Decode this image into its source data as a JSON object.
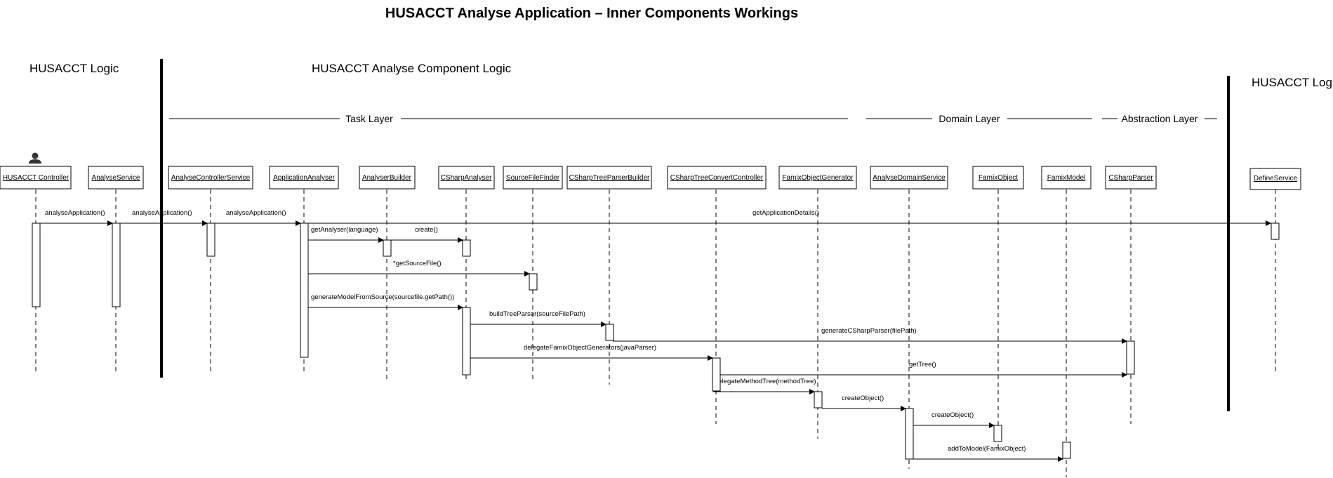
{
  "title": "HUSACCT Analyse Application – Inner Components Workings",
  "sections": [
    {
      "id": "left",
      "label": "HUSACCT Logic"
    },
    {
      "id": "middle",
      "label": "HUSACCT Analyse Component Logic"
    },
    {
      "id": "right",
      "label": "HUSACCT Logic"
    }
  ],
  "layers": [
    {
      "id": "task",
      "label": "Task Layer"
    },
    {
      "id": "domain",
      "label": "Domain Layer"
    },
    {
      "id": "abstraction",
      "label": "Abstraction Layer"
    }
  ],
  "actor_icon": "person-icon",
  "lifelines": [
    {
      "id": "husacct-controller",
      "label": "HUSACCT Controller",
      "actor": true
    },
    {
      "id": "analyse-service",
      "label": "AnalyseService"
    },
    {
      "id": "analyse-controller-service",
      "label": "AnalyseControllerService"
    },
    {
      "id": "application-analyser",
      "label": "ApplicationAnalyser"
    },
    {
      "id": "analyser-builder",
      "label": "AnalyserBuilder"
    },
    {
      "id": "csharp-analyser",
      "label": "CSharpAnalyser"
    },
    {
      "id": "source-file-finder",
      "label": "SourceFileFinder"
    },
    {
      "id": "csharp-tree-parser-builder",
      "label": "CSharpTreeParserBuilder"
    },
    {
      "id": "csharp-tree-convert-controller",
      "label": "CSharpTreeConvertController"
    },
    {
      "id": "famix-object-generator",
      "label": "FamixObjectGenerator"
    },
    {
      "id": "analyse-domain-service",
      "label": "AnalyseDomainService"
    },
    {
      "id": "famix-object",
      "label": "FamixObject"
    },
    {
      "id": "famix-model",
      "label": "FamixModel"
    },
    {
      "id": "csharp-parser",
      "label": "CSharpParser"
    },
    {
      "id": "define-service",
      "label": "DefineService"
    }
  ],
  "messages": [
    {
      "from": 0,
      "to": 1,
      "label": "analyseApplication()"
    },
    {
      "from": 1,
      "to": 2,
      "label": "analyseApplication()"
    },
    {
      "from": 2,
      "to": 3,
      "label": "analyseApplication()"
    },
    {
      "from": 3,
      "to": 14,
      "label": "getApplicationDetails()"
    },
    {
      "from": 3,
      "to": 4,
      "label": "getAnalyser(language)"
    },
    {
      "from": 4,
      "to": 5,
      "label": "create()"
    },
    {
      "from": 3,
      "to": 6,
      "label": "*getSourceFile()"
    },
    {
      "from": 3,
      "to": 5,
      "label": "generateModelFromSource(sourcefile.getPath())"
    },
    {
      "from": 5,
      "to": 7,
      "label": "buildTreeParser(sourceFilePath)"
    },
    {
      "from": 7,
      "to": 13,
      "label": "generateCSharpParser(filePath)"
    },
    {
      "from": 5,
      "to": 8,
      "label": "delegateFamixObjectGenerators(javaParser)"
    },
    {
      "from": 8,
      "to": 13,
      "label": "getTree()"
    },
    {
      "from": 8,
      "to": 9,
      "label": "delegateMethodTree(methodTree)"
    },
    {
      "from": 9,
      "to": 10,
      "label": "createObject()"
    },
    {
      "from": 10,
      "to": 11,
      "label": "createObject()"
    },
    {
      "from": 10,
      "to": 12,
      "label": "addToModel(FamixObject)"
    }
  ]
}
